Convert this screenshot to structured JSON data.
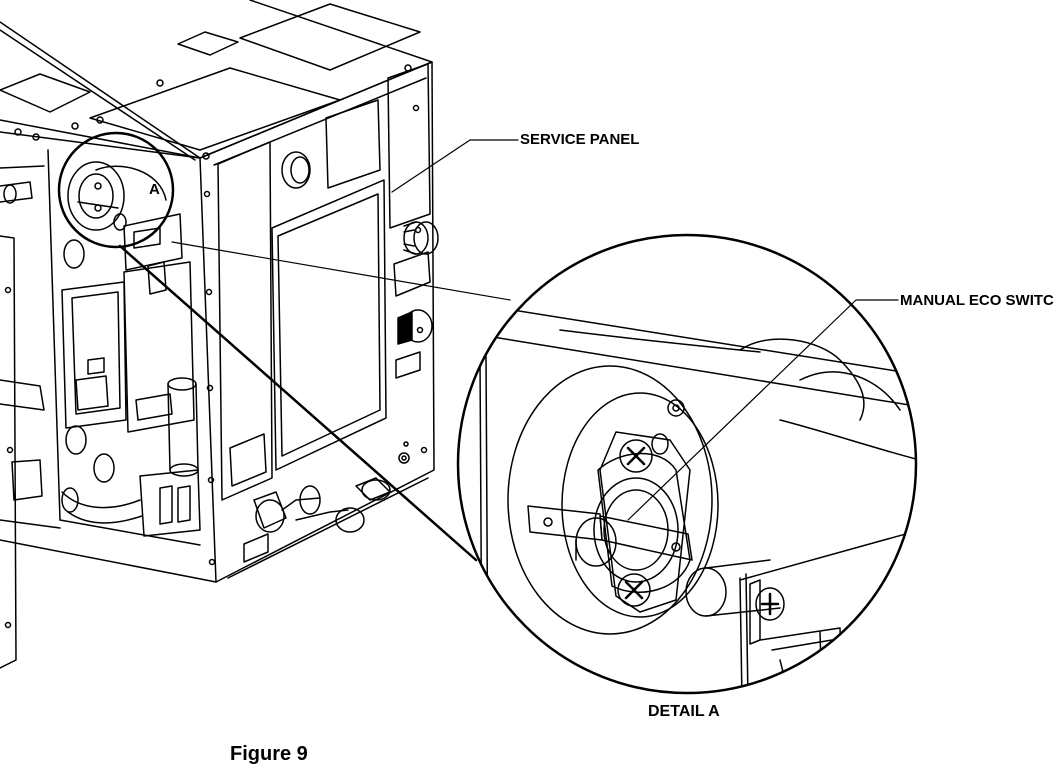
{
  "labels": {
    "service_panel": "SERVICE PANEL",
    "manual_eco_switch": "MANUAL ECO SWITC",
    "detail_marker": "A",
    "detail_caption": "DETAIL A",
    "figure_caption": "Figure 9"
  }
}
